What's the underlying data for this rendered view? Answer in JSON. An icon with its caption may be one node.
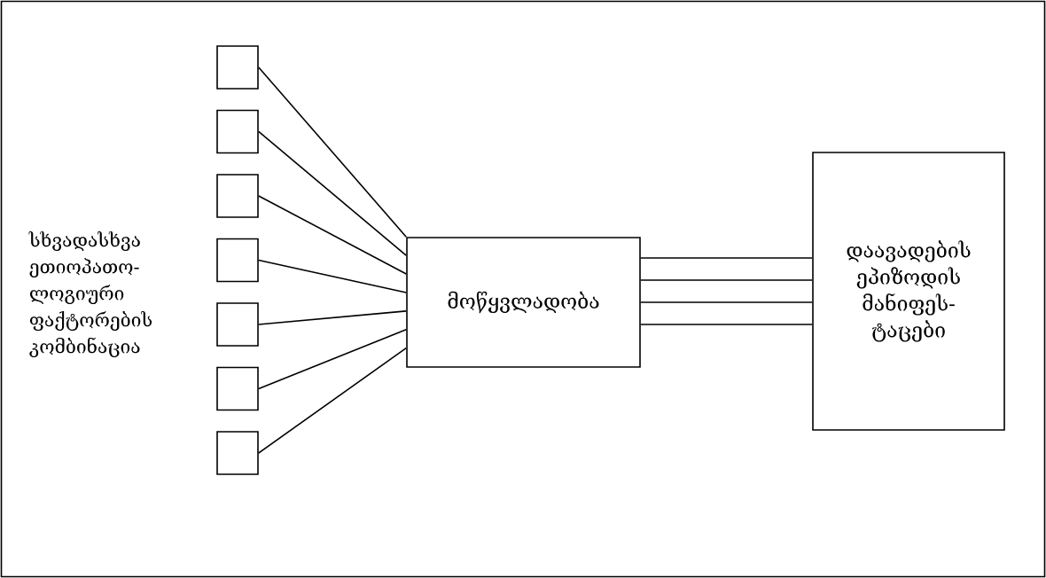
{
  "diagram": {
    "nodes": [
      {
        "text": [],
        "shape": "box"
      },
      {
        "text": [],
        "shape": "box"
      },
      {
        "text": [],
        "shape": "box"
      },
      {
        "text": [],
        "shape": "box"
      },
      {
        "text": [],
        "shape": "box"
      },
      {
        "text": [],
        "shape": "box"
      },
      {
        "text": [],
        "shape": "box"
      },
      {
        "text": [
          "მოწყვლადობა"
        ]
      },
      {
        "text": [
          "დაავადების ეპიზოდის მანიფეს- ტაცები"
        ]
      }
    ],
    "edges": [
      {
        "from": 0,
        "to": 7,
        "arrow": "none"
      },
      {
        "from": 1,
        "to": 7,
        "arrow": "none"
      },
      {
        "from": 2,
        "to": 7,
        "arrow": "none"
      },
      {
        "from": 3,
        "to": 7,
        "arrow": "none"
      },
      {
        "from": 4,
        "to": 7,
        "arrow": "none"
      },
      {
        "from": 5,
        "to": 7,
        "arrow": "none"
      },
      {
        "from": 6,
        "to": 7,
        "arrow": "none"
      },
      {
        "from": 7,
        "to": 8,
        "arrow": "none"
      },
      {
        "from": 7,
        "to": 8,
        "arrow": "none"
      },
      {
        "from": 7,
        "to": 8,
        "arrow": "none"
      },
      {
        "from": 7,
        "to": 8,
        "arrow": "none"
      }
    ],
    "labels": [
      "სხვადასხვა ეთიოპათო- ლოგიური ფაქტორების კომბინაცია"
    ]
  }
}
